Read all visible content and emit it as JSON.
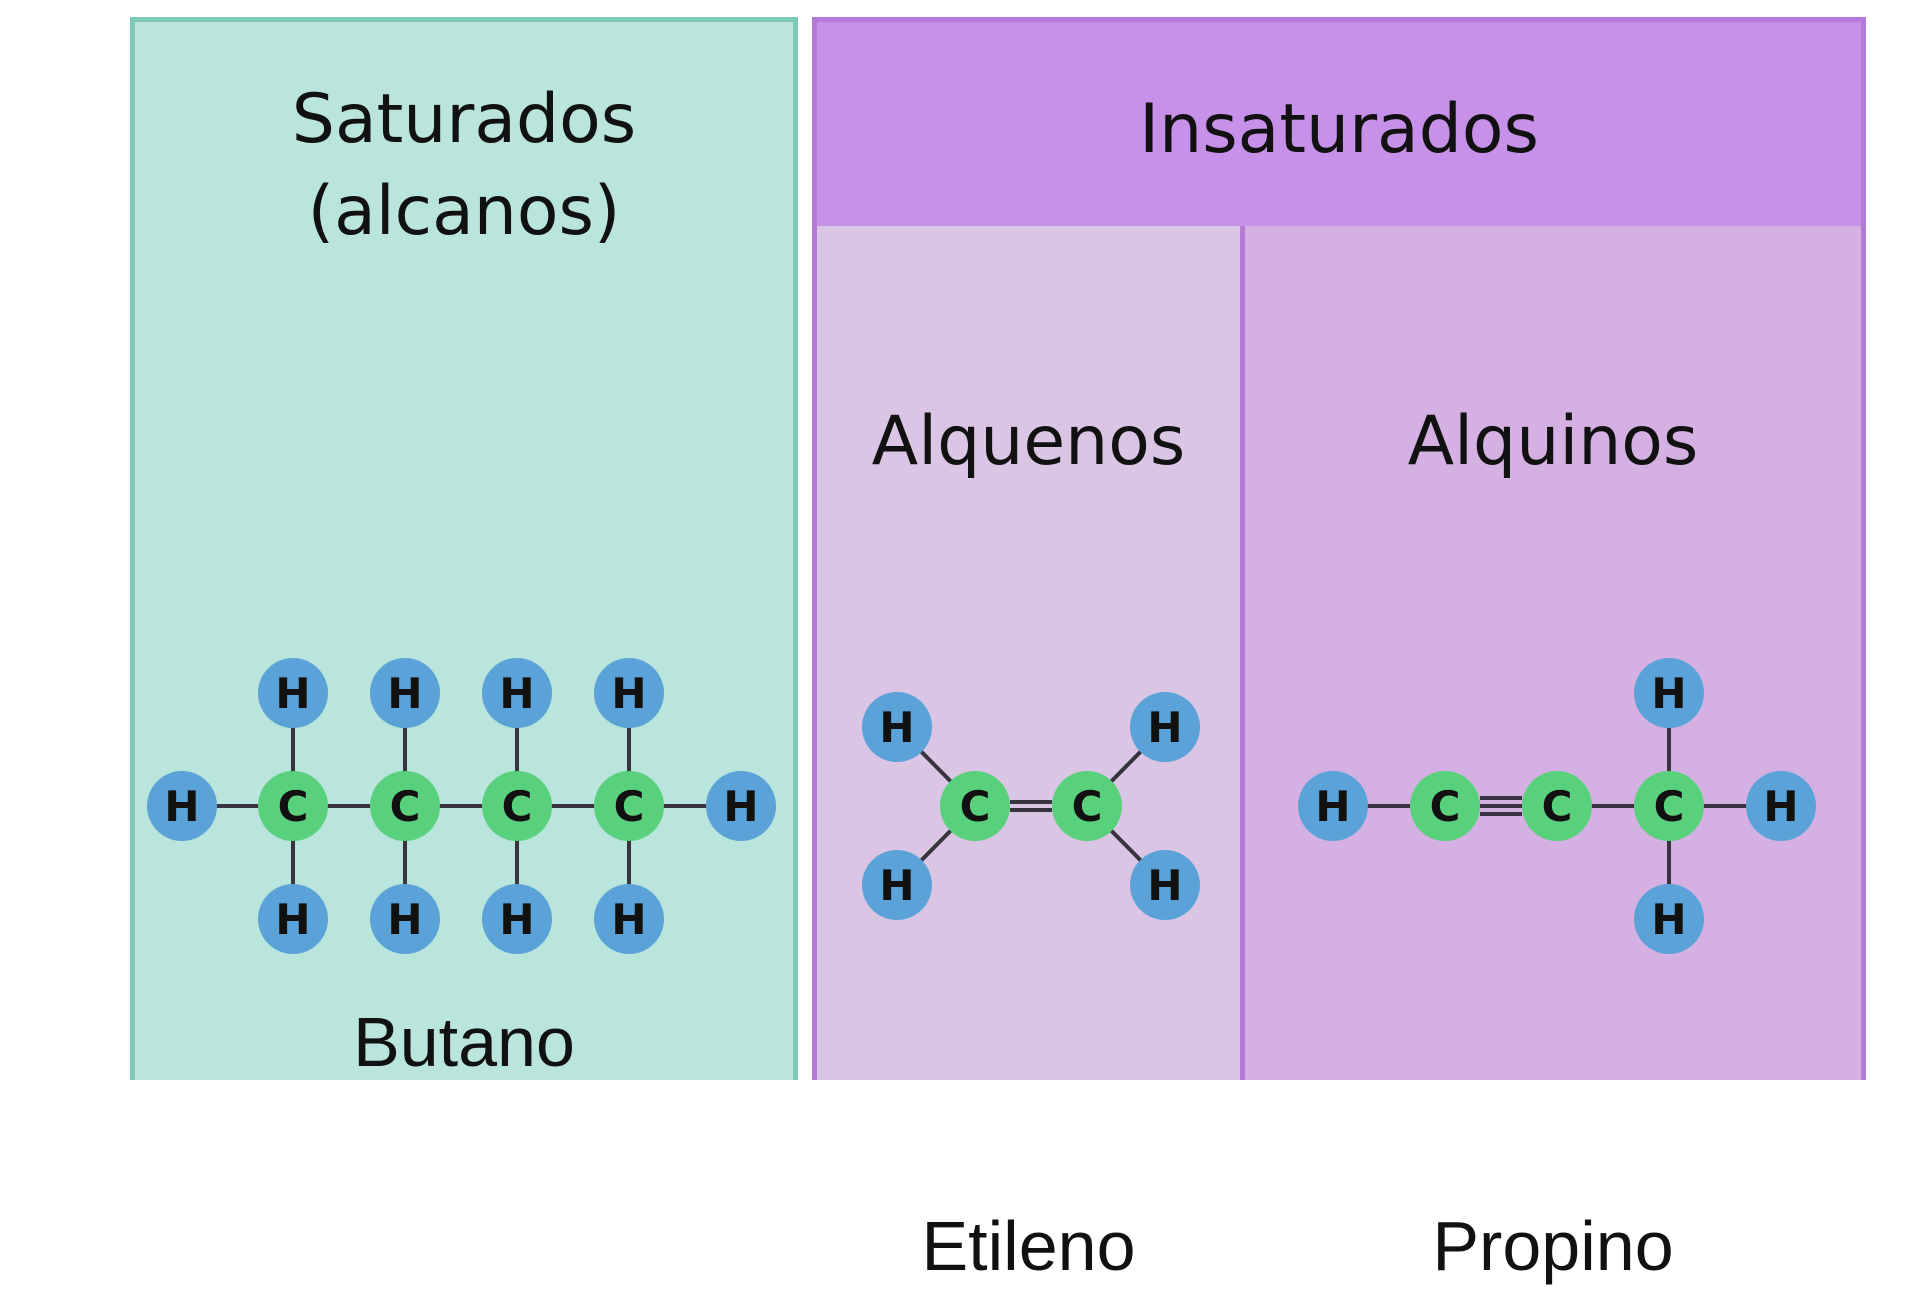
{
  "colors": {
    "saturated_fill": "#b9e5dc",
    "saturated_border": "#7cc9b6",
    "unsaturated_header_fill": "#c791e9",
    "alkene_fill": "#dac6e4",
    "alkyne_fill": "#d4b1e2",
    "unsaturated_border": "#b47ad6",
    "carbon_atom": "#58d07c",
    "hydrogen_atom": "#5aa2d8",
    "bond": "#37343f"
  },
  "saturated": {
    "title": "Saturados\n(alcanos)",
    "example_name": "Butano"
  },
  "unsaturated": {
    "title": "Insaturados",
    "alkenes": {
      "title": "Alquenos",
      "example_name": "Etileno"
    },
    "alkynes": {
      "title": "Alquinos",
      "example_name": "Propino"
    }
  },
  "atom_labels": {
    "carbon": "C",
    "hydrogen": "H"
  },
  "molecules": {
    "butano": {
      "carbons": 4,
      "bond_type": "single"
    },
    "etileno": {
      "carbons": 2,
      "bond_type": "double"
    },
    "propino": {
      "carbons": 3,
      "bond_type": "triple"
    }
  }
}
